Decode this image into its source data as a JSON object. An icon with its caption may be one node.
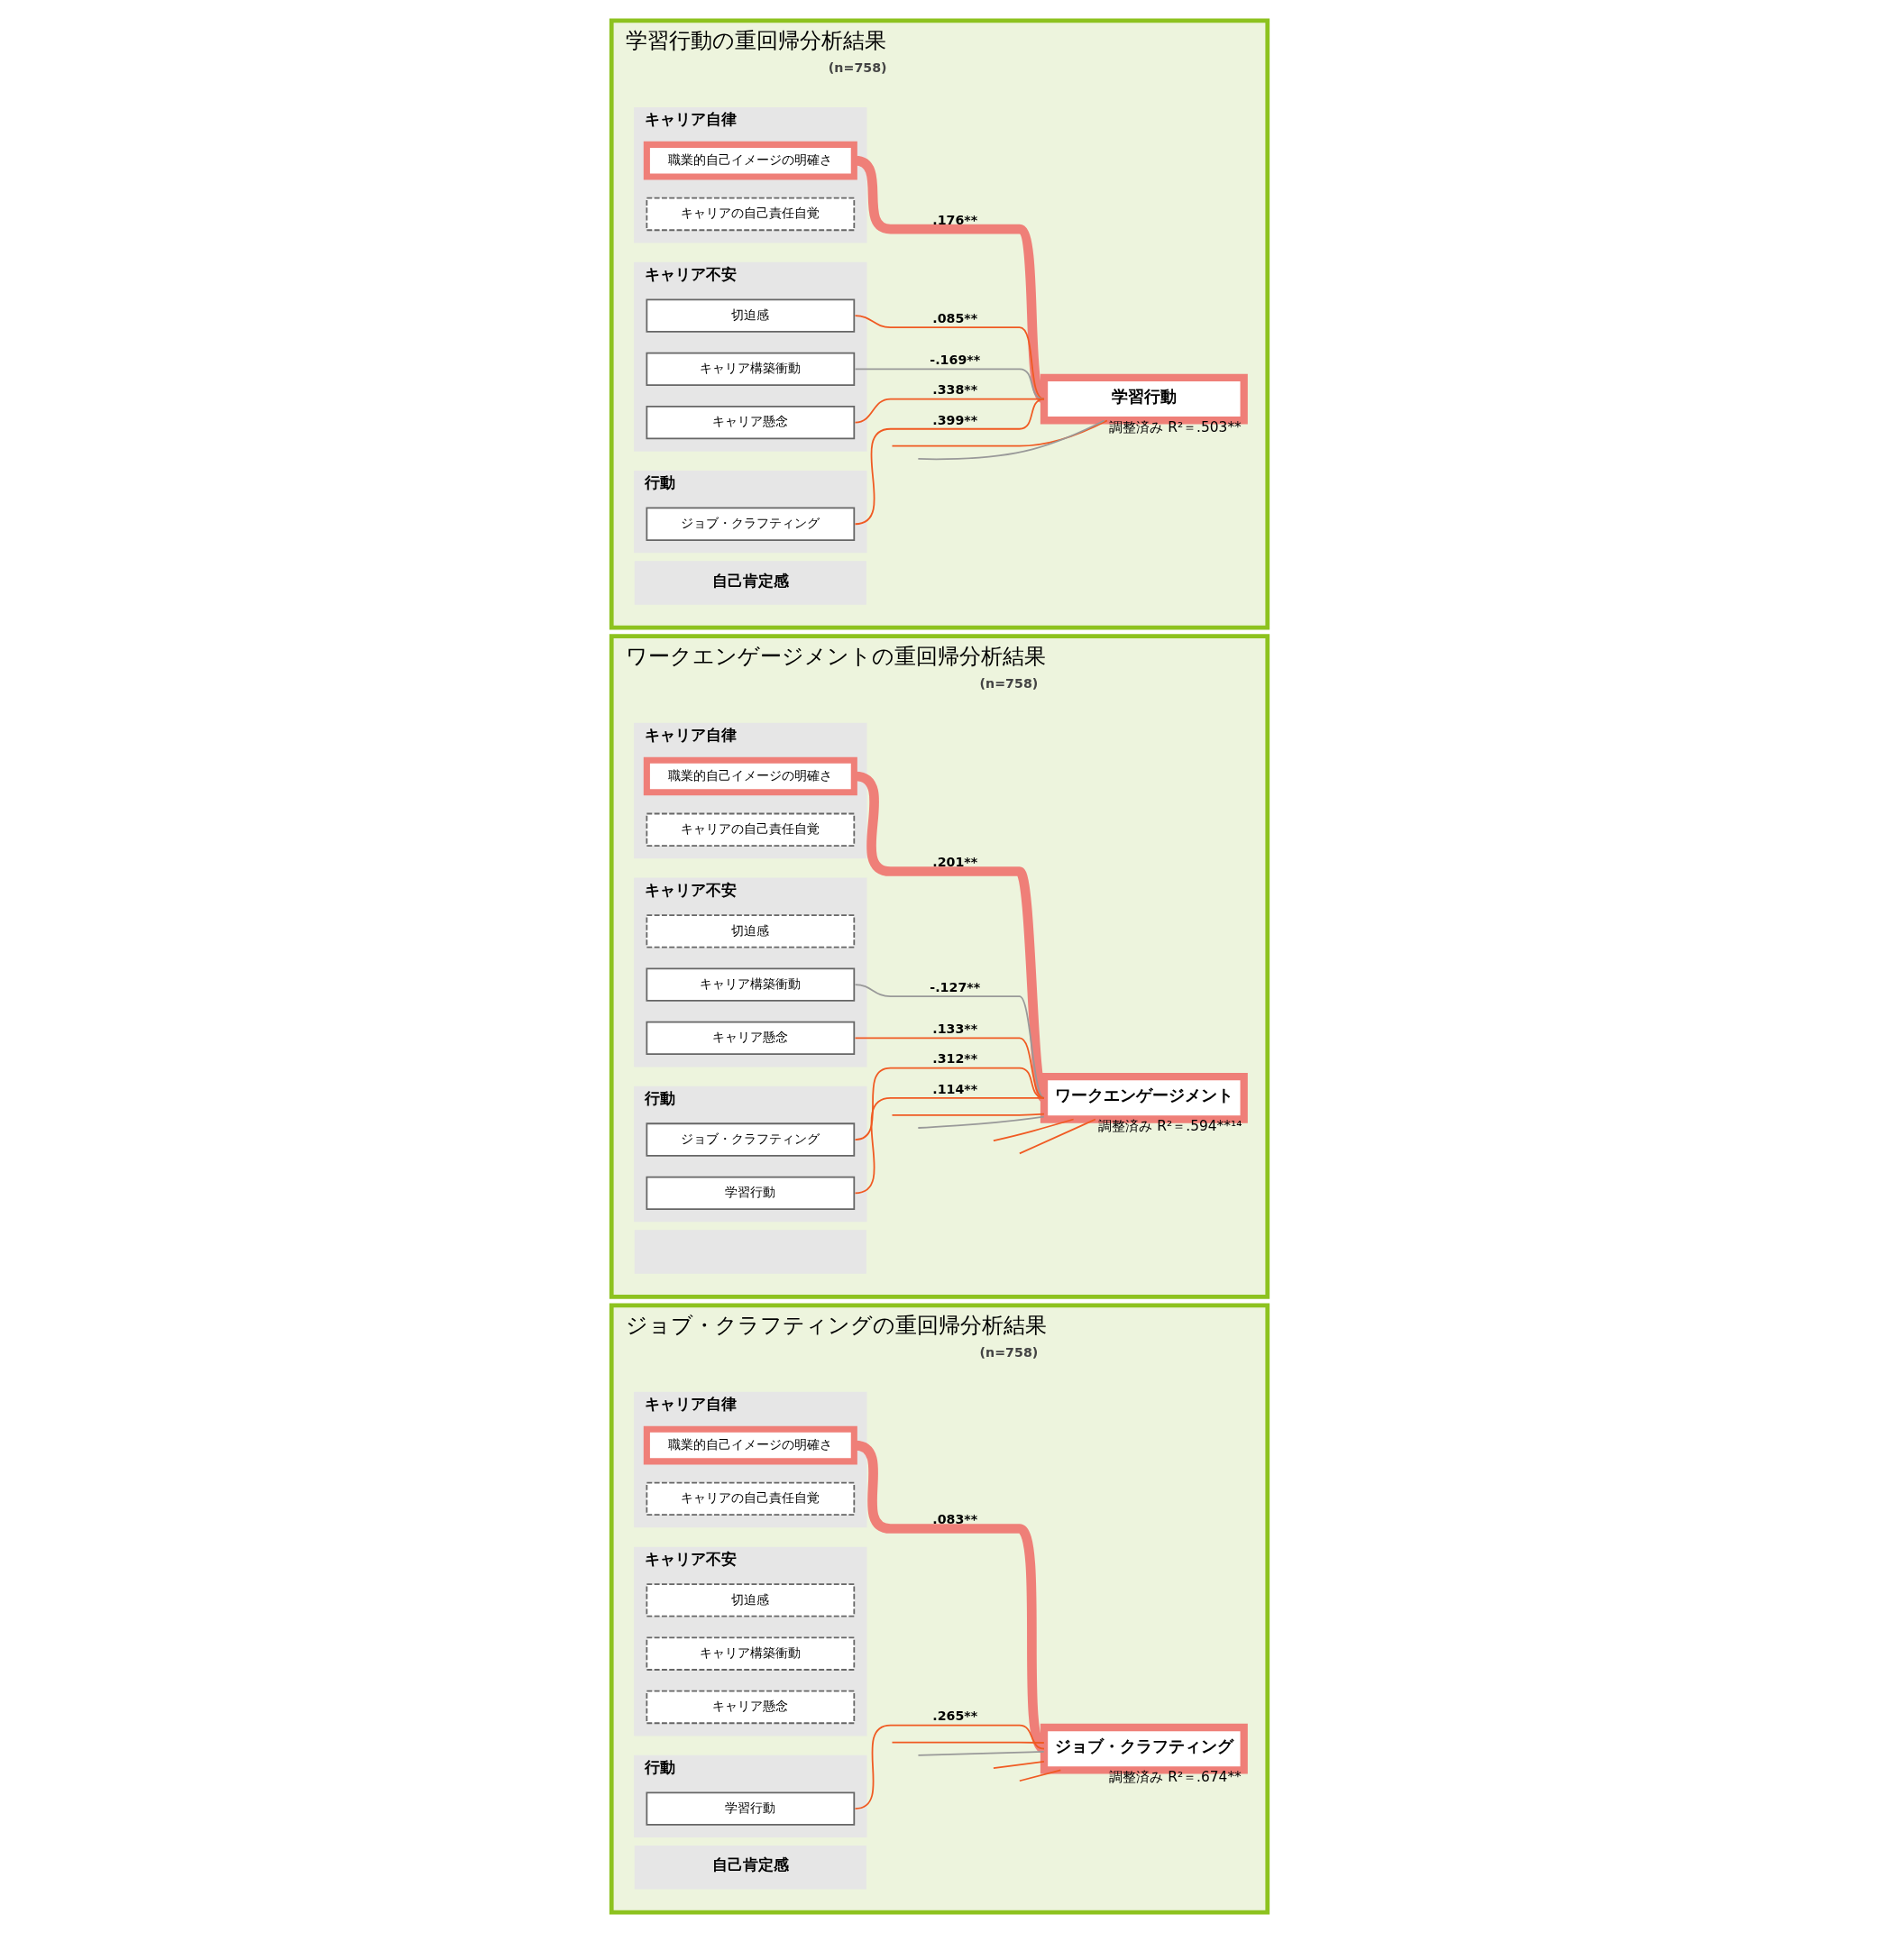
{
  "diagram": {
    "nodes": [
      {
        "text": [
          "学習行動の重回帰分析結果",
          "(n=758)"
        ]
      },
      {
        "text": [
          "キャリア自律"
        ],
        "in": 0
      },
      {
        "text": [
          "職業的自己イメージの明確さ"
        ],
        "in": 1
      },
      {
        "text": [
          "キャリアの自己責任自覚"
        ],
        "in": 1
      },
      {
        "text": [
          "キャリア不安"
        ],
        "in": 0
      },
      {
        "text": [
          "切迫感"
        ],
        "in": 4
      },
      {
        "text": [
          "キャリア構築衝動"
        ],
        "in": 4
      },
      {
        "text": [
          "キャリア懸念"
        ],
        "in": 4
      },
      {
        "text": [
          "行動"
        ],
        "in": 0
      },
      {
        "text": [
          "ジョブ・クラフティング"
        ],
        "in": 8
      },
      {
        "text": [
          "自己肯定感"
        ],
        "in": 0
      },
      {
        "text": [
          "学習行動"
        ],
        "in": 0,
        "beside": [
          "調整済み R²＝.503**"
        ]
      },
      {
        "text": [
          "ワークエンゲージメントの重回帰分析結果",
          "(n=758)"
        ]
      },
      {
        "text": [
          "キャリア自律"
        ],
        "in": 12
      },
      {
        "text": [
          "職業的自己イメージの明確さ"
        ],
        "in": 13
      },
      {
        "text": [
          "キャリアの自己責任自覚"
        ],
        "in": 13
      },
      {
        "text": [
          "キャリア不安"
        ],
        "in": 12
      },
      {
        "text": [
          "切迫感"
        ],
        "in": 16
      },
      {
        "text": [
          "キャリア構築衝動"
        ],
        "in": 16
      },
      {
        "text": [
          "キャリア懸念"
        ],
        "in": 16
      },
      {
        "text": [
          "行動"
        ],
        "in": 12
      },
      {
        "text": [
          "ジョブ・クラフティング"
        ],
        "in": 20
      },
      {
        "text": [
          "学習行動"
        ],
        "in": 20
      },
      {
        "text": [],
        "shape": "box",
        "in": 12
      },
      {
        "text": [
          "ワークエンゲージメント"
        ],
        "in": 12,
        "beside": [
          "調整済み R²＝.594**¹⁴"
        ]
      },
      {
        "text": [
          "ジョブ・クラフティングの重回帰分析結果",
          "(n=758)"
        ]
      },
      {
        "text": [
          "キャリア自律"
        ],
        "in": 25
      },
      {
        "text": [
          "職業的自己イメージの明確さ"
        ],
        "in": 26
      },
      {
        "text": [
          "キャリアの自己責任自覚"
        ],
        "in": 26
      },
      {
        "text": [
          "キャリア不安"
        ],
        "in": 25
      },
      {
        "text": [
          "切迫感"
        ],
        "in": 29
      },
      {
        "text": [
          "キャリア構築衝動"
        ],
        "in": 29
      },
      {
        "text": [
          "キャリア懸念"
        ],
        "in": 29
      },
      {
        "text": [
          "行動"
        ],
        "in": 25
      },
      {
        "text": [
          "学習行動"
        ],
        "in": 33
      },
      {
        "text": [
          "自己肯定感"
        ],
        "in": 25
      },
      {
        "text": [
          "ジョブ・クラフティング"
        ],
        "in": 25,
        "beside": [
          "調整済み R²＝.674**"
        ]
      }
    ],
    "edges": [
      {
        "from": 2,
        "to": 11,
        "arrow": "none",
        "label": ".176**",
        "style": "thick",
        "color": "#ef7f78"
      },
      {
        "from": 5,
        "to": 11,
        "arrow": "none",
        "label": ".085**"
      },
      {
        "from": 6,
        "to": 11,
        "arrow": "none",
        "label": "-.169**",
        "color": "#999999"
      },
      {
        "from": 7,
        "to": 11,
        "arrow": "none",
        "label": ".338**"
      },
      {
        "from": 9,
        "to": 11,
        "arrow": "none",
        "label": ".399**"
      },
      {
        "from": null,
        "to": 11,
        "arrow": "none"
      },
      {
        "from": null,
        "to": 11,
        "arrow": "none",
        "color": "#999999"
      },
      {
        "from": 14,
        "to": 24,
        "arrow": "none",
        "label": ".201**",
        "style": "thick",
        "color": "#ef7f78"
      },
      {
        "from": 18,
        "to": 24,
        "arrow": "none",
        "label": "-.127**",
        "color": "#999999"
      },
      {
        "from": 19,
        "to": 24,
        "arrow": "none",
        "label": ".133**"
      },
      {
        "from": 21,
        "to": 24,
        "arrow": "none",
        "label": ".312**"
      },
      {
        "from": 22,
        "to": 24,
        "arrow": "none",
        "label": ".114**"
      },
      {
        "from": null,
        "to": 24,
        "arrow": "none"
      },
      {
        "from": null,
        "to": 24,
        "arrow": "none",
        "color": "#999999"
      },
      {
        "from": null,
        "to": 24,
        "arrow": "none"
      },
      {
        "from": null,
        "to": 24,
        "arrow": "none"
      },
      {
        "from": 27,
        "to": 36,
        "arrow": "none",
        "label": ".083**",
        "style": "thick",
        "color": "#ef7f78"
      },
      {
        "from": 34,
        "to": 36,
        "arrow": "none",
        "label": ".265**"
      },
      {
        "from": null,
        "to": 36,
        "arrow": "none"
      },
      {
        "from": null,
        "to": 36,
        "arrow": "none",
        "color": "#999999"
      },
      {
        "from": null,
        "to": 36,
        "arrow": "none"
      },
      {
        "from": null,
        "to": 36,
        "arrow": "none"
      }
    ]
  }
}
